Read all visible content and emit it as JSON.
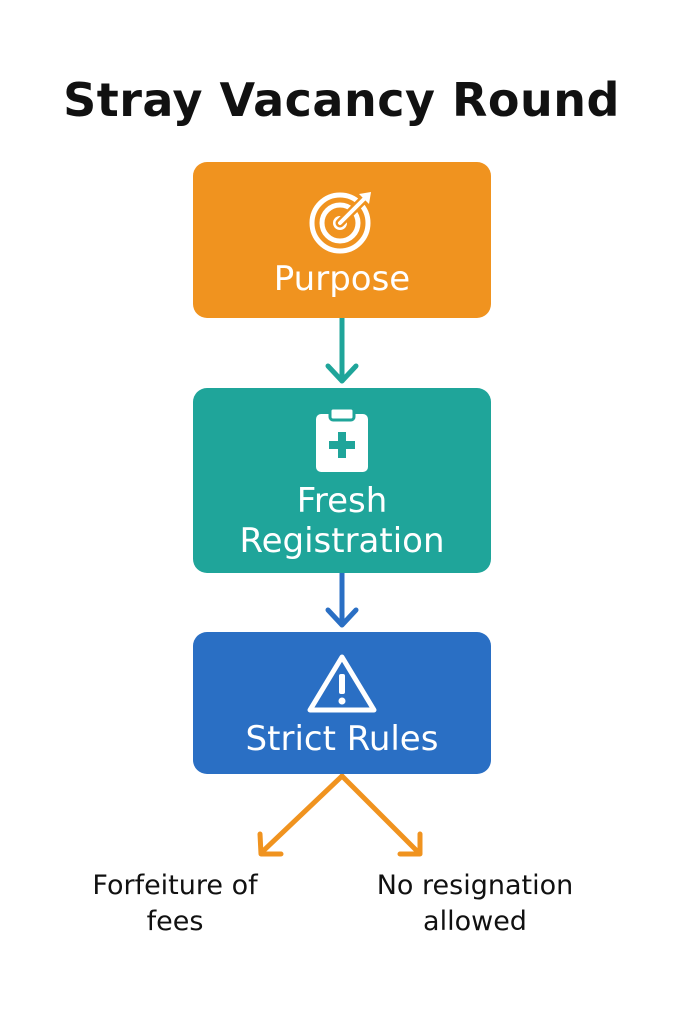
{
  "title": "Stray Vacancy Round",
  "steps": [
    {
      "label": "Purpose",
      "icon": "target-icon",
      "color": "#F0931F"
    },
    {
      "label": "Fresh Registration",
      "label_lines": [
        "Fresh",
        "Registration"
      ],
      "icon": "clipboard-plus-icon",
      "color": "#1FA59A"
    },
    {
      "label": "Strict Rules",
      "icon": "warning-icon",
      "color": "#2A6FC4"
    }
  ],
  "outcomes": [
    {
      "label_lines": [
        "Forfeiture of",
        "fees"
      ]
    },
    {
      "label_lines": [
        "No resignation",
        "allowed"
      ]
    }
  ],
  "colors": {
    "arrow_teal": "#1FA59A",
    "arrow_blue": "#2A6FC4",
    "arrow_orange": "#F0931F"
  }
}
